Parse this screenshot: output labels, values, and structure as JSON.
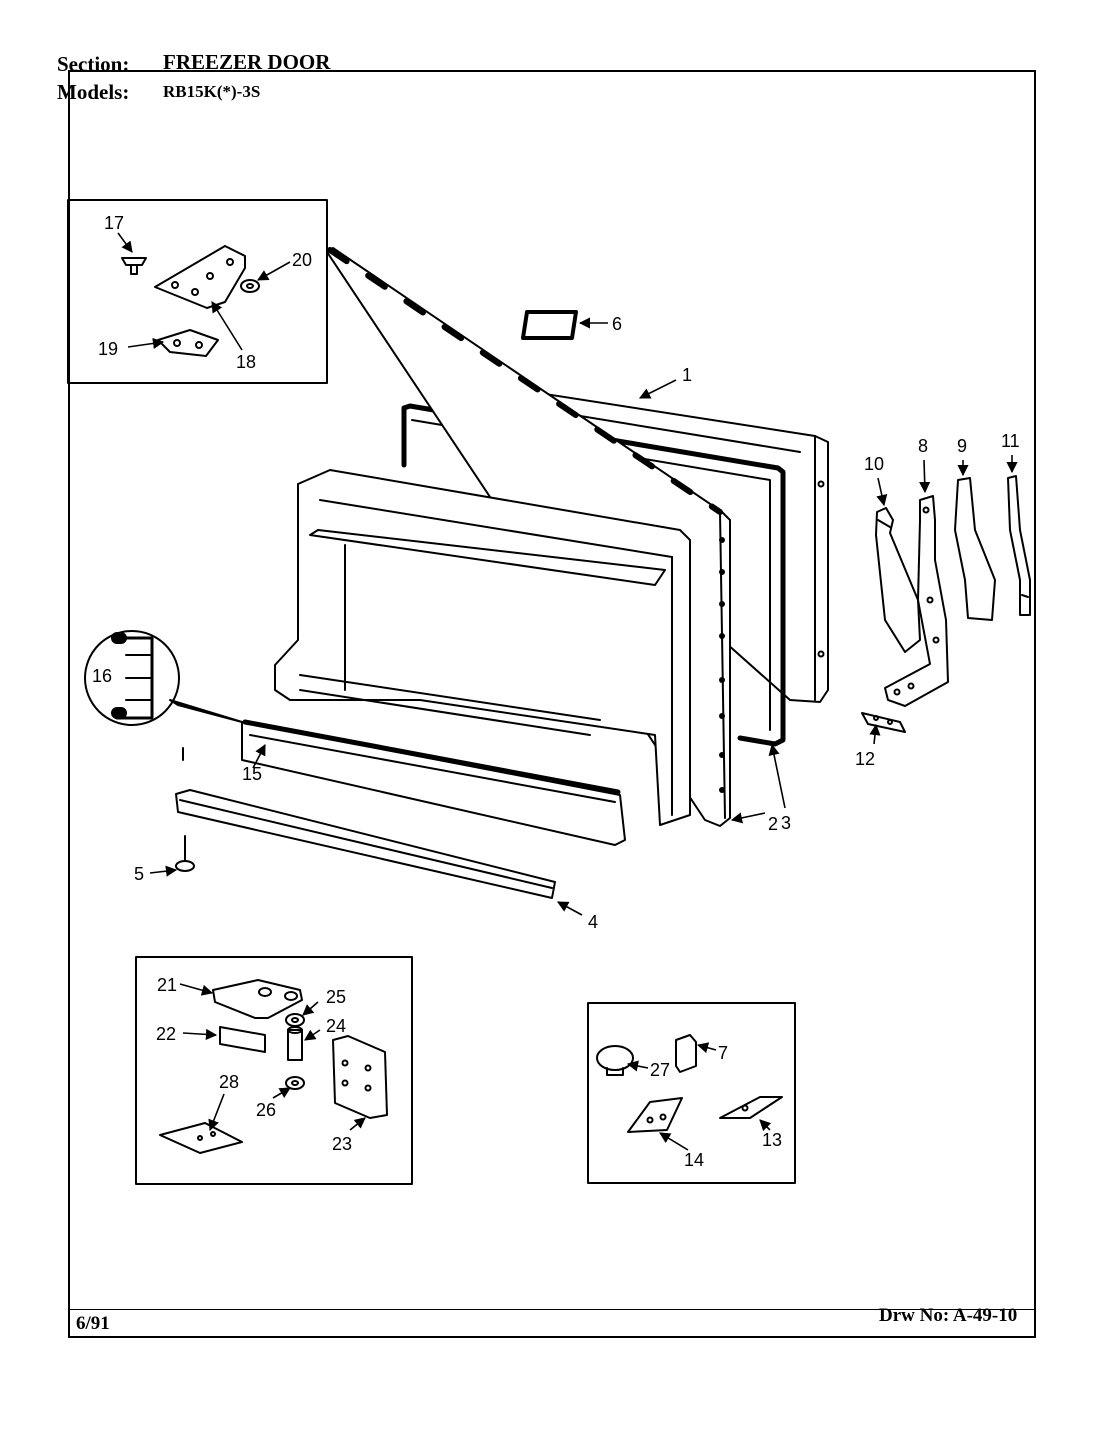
{
  "header": {
    "section_label": "Section:",
    "section_value": "FREEZER DOOR",
    "models_label": "Models:",
    "models_value": "RB15K(*)-3S"
  },
  "footer": {
    "date": "6/91",
    "drawing_number": "Drw No: A-49-10"
  },
  "callouts": {
    "c1": "1",
    "c2": "2",
    "c3": "3",
    "c4": "4",
    "c5": "5",
    "c6": "6",
    "c7": "7",
    "c8": "8",
    "c9": "9",
    "c10": "10",
    "c11": "11",
    "c12": "12",
    "c13": "13",
    "c14": "14",
    "c15": "15",
    "c16": "16",
    "c17": "17",
    "c18": "18",
    "c19": "19",
    "c20": "20",
    "c21": "21",
    "c22": "22",
    "c23": "23",
    "c24": "24",
    "c25": "25",
    "c26": "26",
    "c27": "27",
    "c28": "28"
  }
}
